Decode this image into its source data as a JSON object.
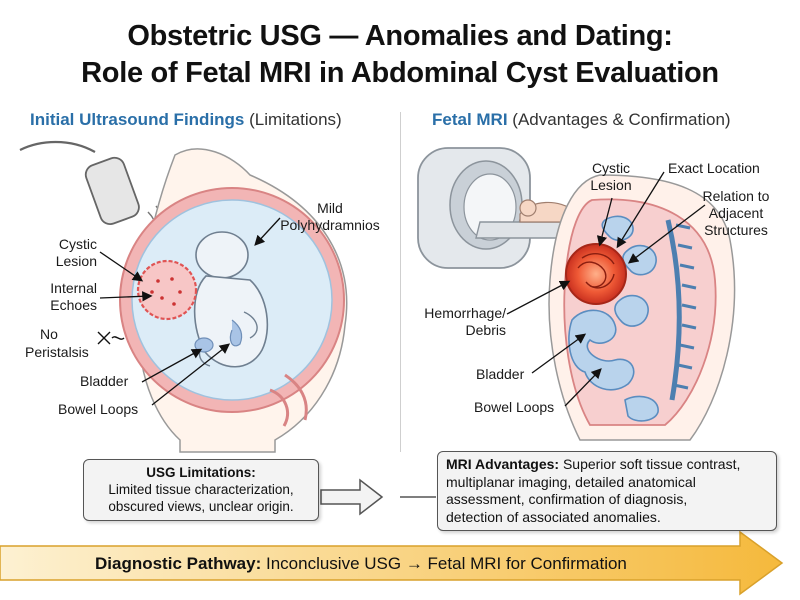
{
  "title": {
    "line1": "Obstetric USG — Anomalies and Dating:",
    "line2": "Role of Fetal MRI in Abdominal Cyst Evaluation"
  },
  "left": {
    "heading_bold": "Initial Ultrasound Findings",
    "heading_rest": " (Limitations)",
    "labels": {
      "mild": "Mild",
      "polyhydramnios": "Polyhydramnios",
      "cystic": "Cystic",
      "lesion": "Lesion",
      "internal": "Internal",
      "echoes": "Echoes",
      "no": "No",
      "peristalsis": "Peristalsis",
      "bladder": "Bladder",
      "bowel_loops": "Bowel Loops"
    },
    "limitations": {
      "heading": "USG Limitations:",
      "line1": "Limited tissue characterization,",
      "line2": "obscured views, unclear origin."
    }
  },
  "right": {
    "heading_bold": "Fetal MRI",
    "heading_rest": " (Advantages & Confirmation)",
    "labels": {
      "cystic": "Cystic",
      "lesion": "Lesion",
      "exact_location": "Exact Location",
      "relation_to": "Relation to",
      "adjacent": "Adjacent",
      "structures": "Structures",
      "hemorrhage": "Hemorrhage/",
      "debris": "Debris",
      "bladder": "Bladder",
      "bowel_loops": "Bowel Loops"
    },
    "advantages": {
      "heading": "MRI Advantages:",
      "text1": " Superior soft tissue contrast,",
      "line2": "multiplanar imaging, detailed anatomical",
      "line3": "assessment, confirmation of diagnosis,",
      "line4": "detection of associated anomalies."
    }
  },
  "pathway": {
    "label": "Diagnostic Pathway:",
    "text": " Inconclusive USG → Fetal MRI for Confirmation"
  },
  "colors": {
    "heading_blue": "#2a6fa8",
    "uterus_pink": "#e8a3a3",
    "amniotic_blue": "#dcecf7",
    "lesion_red": "#e0432b",
    "bowel_blue": "#b9d3ec",
    "arrow_yellow": "#f7c24a"
  }
}
